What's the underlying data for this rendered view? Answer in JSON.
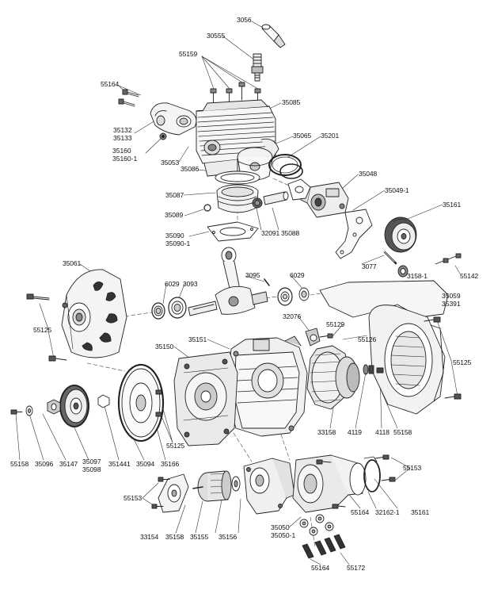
{
  "diagram": {
    "type": "exploded-parts-diagram",
    "labels": {
      "p3056": "3056",
      "p30555": "30555",
      "p55159": "55159",
      "p55164_top": "55164",
      "p35085": "35085",
      "p35132": "35132",
      "p35133": "35133",
      "p35160": "35160",
      "p35160_1": "35160-1",
      "p35053": "35053",
      "p35065": "35065",
      "p35201": "35201",
      "p35086": "35086",
      "p35048": "35048",
      "p35087": "35087",
      "p35049_1": "35049-1",
      "p35161_top": "35161",
      "p35089": "35089",
      "p32091": "32091",
      "p35088": "35088",
      "p35090": "35090",
      "p35090_1": "35090-1",
      "p3077": "3077",
      "p3158_1": "3158-1",
      "p55142": "55142",
      "p35061": "35061",
      "p3095": "3095",
      "p6029_a": "6029",
      "p3093": "3093",
      "p6029_b": "6029",
      "p35059": "35059",
      "p35391": "35391",
      "p55125_left": "55125",
      "p32076": "32076",
      "p55129": "55129",
      "p55126": "55126",
      "p35150": "35150",
      "p35151": "35151",
      "p55125_right": "55125",
      "p33158": "33158",
      "p4119": "4119",
      "p4118": "4118",
      "p55158_right": "55158",
      "p55125_mid": "55125",
      "p55158_left": "55158",
      "p35096": "35096",
      "p35147": "35147",
      "p35097": "35097",
      "p35098": "35098",
      "p351441": "351441",
      "p35094": "35094",
      "p35166": "35166",
      "p55153_right": "55153",
      "p55153_left": "55153",
      "p55164_bot": "55164",
      "p32162_1": "32162-1",
      "p35161_bot": "35161",
      "p33154": "33154",
      "p35158": "35158",
      "p35155": "35155",
      "p35156": "35156",
      "p35050": "35050",
      "p35050_1": "35050-1",
      "p55164_low": "55164",
      "p55172": "55172"
    }
  }
}
